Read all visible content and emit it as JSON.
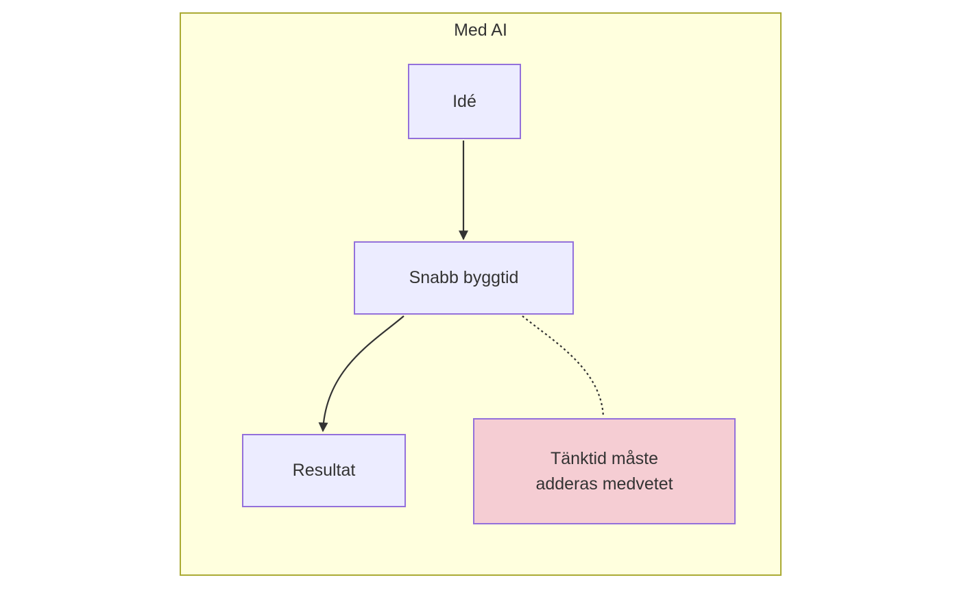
{
  "diagram": {
    "title": "Med AI",
    "type": "flowchart",
    "nodes": [
      {
        "id": "ide",
        "label": "Idé",
        "style": "default"
      },
      {
        "id": "snabb-byggtid",
        "label": "Snabb byggtid",
        "style": "default"
      },
      {
        "id": "resultat",
        "label": "Resultat",
        "style": "default"
      },
      {
        "id": "tanktid",
        "label": "Tänktid måste adderas medvetet",
        "label_lines": [
          "Tänktid måste",
          "adderas medvetet"
        ],
        "style": "highlight"
      }
    ],
    "edges": [
      {
        "from": "Idé",
        "to": "Snabb byggtid",
        "line": "solid",
        "arrowhead": true
      },
      {
        "from": "Snabb byggtid",
        "to": "Resultat",
        "line": "solid",
        "arrowhead": true
      },
      {
        "from": "Snabb byggtid",
        "to": "Tänktid måste adderas medvetet",
        "line": "dotted",
        "arrowhead": false
      }
    ],
    "colors": {
      "page_background": "#ffffff",
      "subgraph_fill": "#ffffde",
      "subgraph_border": "#aaaa33",
      "node_fill": "#ececff",
      "node_border": "#9370db",
      "highlight_node_fill": "#f5cdd3",
      "edge_stroke": "#333333",
      "text": "#333333"
    }
  }
}
